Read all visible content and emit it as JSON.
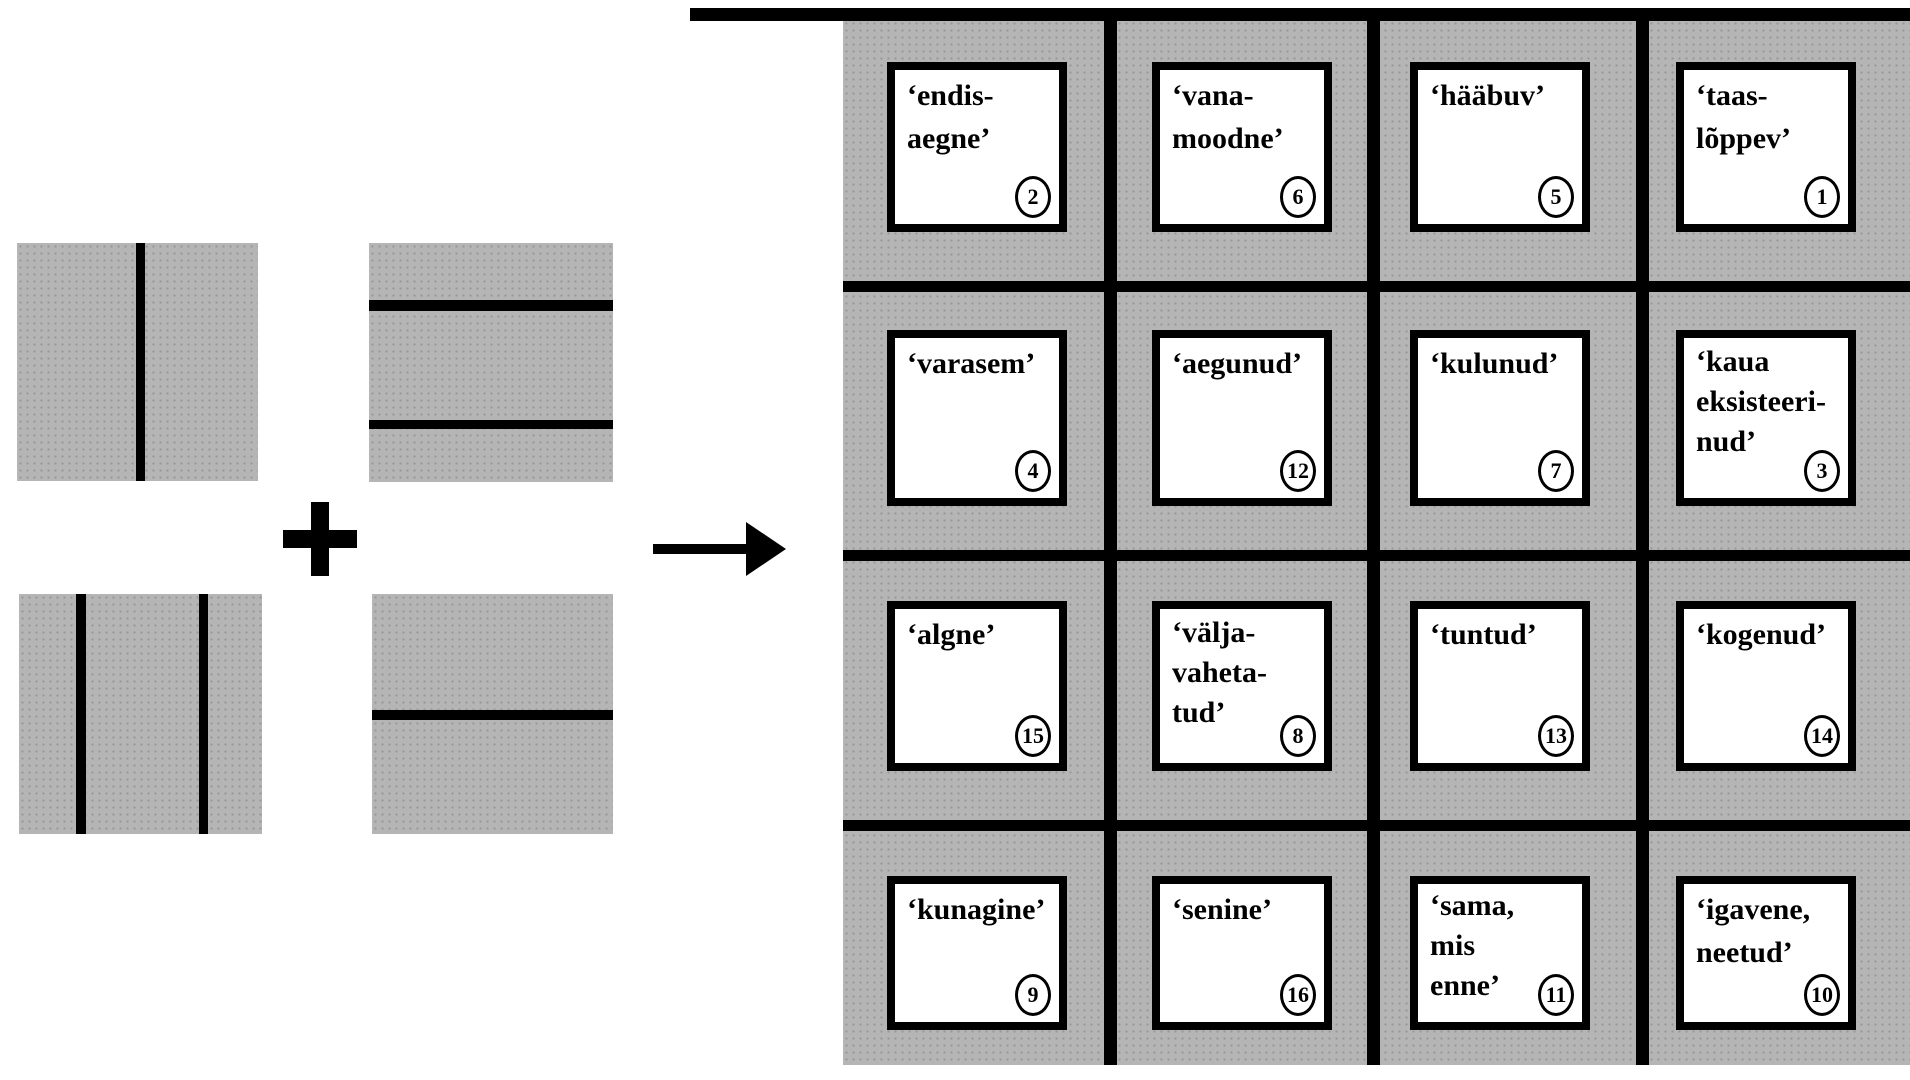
{
  "figure": {
    "description_left": {
      "operands": [
        {
          "icon": "square-one-vertical-line-icon"
        },
        {
          "icon": "square-two-horizontal-lines-icon"
        },
        {
          "icon": "square-two-vertical-lines-icon"
        },
        {
          "icon": "square-one-horizontal-line-icon"
        }
      ],
      "operator_icon": "plus-icon",
      "result_icon": "right-arrow-icon"
    },
    "grid": {
      "rows": 4,
      "cols": 4,
      "cells": [
        {
          "label": "‘endis-\naegne’",
          "number": "2"
        },
        {
          "label": "‘vana-\nmoodne’",
          "number": "6"
        },
        {
          "label": "‘hääbuv’",
          "number": "5"
        },
        {
          "label": "‘taas-\nlõppev’",
          "number": "1"
        },
        {
          "label": "‘varasem’",
          "number": "4"
        },
        {
          "label": "‘aegunud’",
          "number": "12"
        },
        {
          "label": "‘kulunud’",
          "number": "7"
        },
        {
          "label": "‘kaua\neksisteeri-\nnud’",
          "number": "3"
        },
        {
          "label": "‘algne’",
          "number": "15"
        },
        {
          "label": "‘välja-\nvaheta-\ntud’",
          "number": "8"
        },
        {
          "label": "‘tuntud’",
          "number": "13"
        },
        {
          "label": "‘kogenud’",
          "number": "14"
        },
        {
          "label": "‘kunagine’",
          "number": "9"
        },
        {
          "label": "‘senine’",
          "number": "16"
        },
        {
          "label": "‘sama,\nmis\nenne’",
          "number": "11"
        },
        {
          "label": "‘igavene,\nneetud’",
          "number": "10"
        }
      ]
    },
    "colors": {
      "panel_gray": "#b5b5b5",
      "line_black": "#000000",
      "cell_white": "#ffffff"
    }
  }
}
